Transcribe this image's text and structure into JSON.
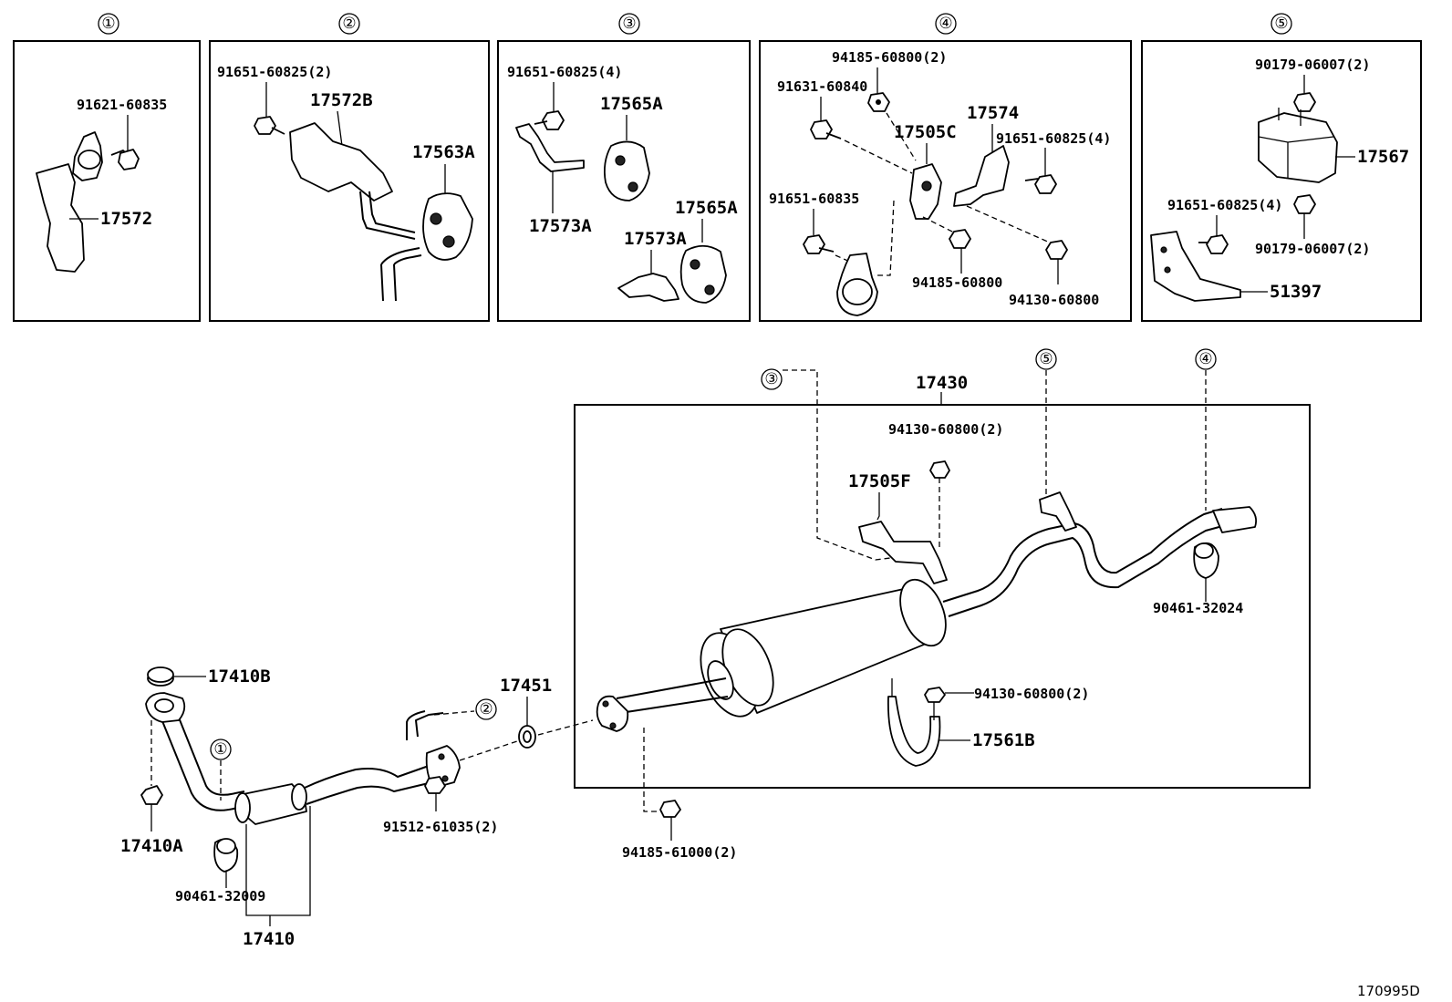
{
  "sections": [
    {
      "num": "①"
    },
    {
      "num": "②"
    },
    {
      "num": "③"
    },
    {
      "num": "④"
    },
    {
      "num": "⑤"
    }
  ],
  "section1": {
    "bolt": "91621-60835",
    "bracket": "17572"
  },
  "section2": {
    "bolt": "91651-60825(2)",
    "bracket": "17572B",
    "cushion": "17563A"
  },
  "section3": {
    "bolt": "91651-60825(4)",
    "cushion_upper": "17565A",
    "bracket_upper": "17573A",
    "bracket_lower": "17573A",
    "cushion_lower": "17565A"
  },
  "section4": {
    "nut_top": "94185-60800(2)",
    "bolt_left": "91631-60840",
    "bracket_mid": "17574",
    "bracket_c": "17505C",
    "bolt_right": "91651-60825(4)",
    "bolt_lower": "91651-60835",
    "nut_mid": "94185-60800",
    "nut_right": "94130-60800"
  },
  "section5": {
    "nut_top": "90179-06007(2)",
    "mount": "17567",
    "bolt": "91651-60825(4)",
    "nut_lower": "90179-06007(2)",
    "bracket": "51397"
  },
  "main": {
    "callout_3": "③",
    "callout_5": "⑤",
    "callout_4": "④",
    "callout_2": "②",
    "callout_1": "①",
    "muffler_assy": "17430",
    "nut_upper": "94130-60800(2)",
    "bracket_f": "17505F",
    "tail_clamp": "90461-32024",
    "nut_band": "94130-60800(2)",
    "band": "17561B",
    "gasket_b": "17410B",
    "gasket_a": "17410A",
    "clamp_front": "90461-32009",
    "front_pipe": "17410",
    "gasket_mid": "17451",
    "bolt_flange": "91512-61035(2)",
    "nut_flange": "94185-61000(2)"
  },
  "figure_id": "170995D"
}
